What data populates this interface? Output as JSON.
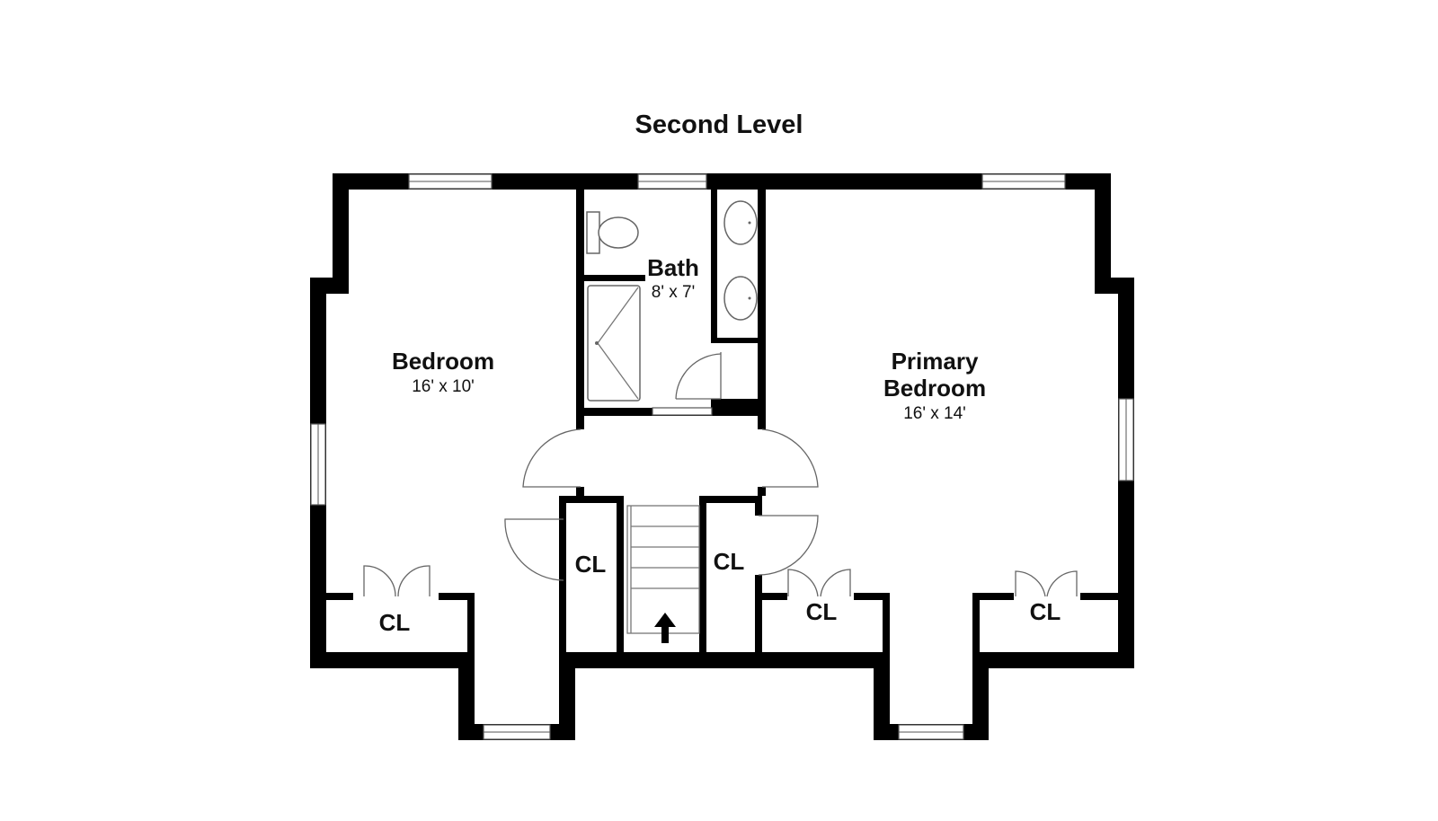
{
  "title": "Second Level",
  "rooms": {
    "bedroom": {
      "name": "Bedroom",
      "dims": "16' x 10'"
    },
    "bath": {
      "name": "Bath",
      "dims": "8' x 7'"
    },
    "primary": {
      "name_line1": "Primary",
      "name_line2": "Bedroom",
      "dims": "16' x 14'"
    }
  },
  "closets": [
    "CL",
    "CL",
    "CL",
    "CL",
    "CL"
  ],
  "colors": {
    "wall": "#000000",
    "fixture_stroke": "#666666",
    "background": "#ffffff"
  }
}
